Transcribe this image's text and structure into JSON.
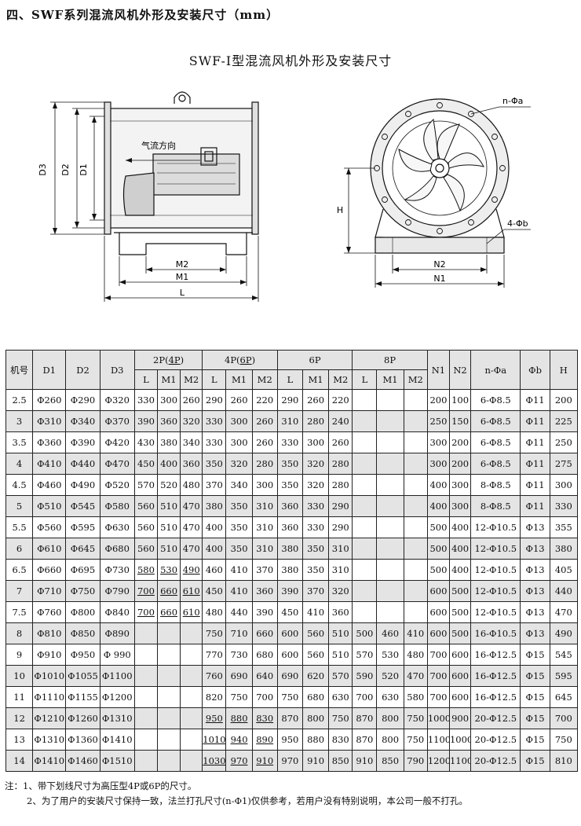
{
  "heading": "四、SWF系列混流风机外形及安装尺寸（mm）",
  "subheading": "SWF-Ⅰ型混流风机外形及安装尺寸",
  "drawing": {
    "airflow_label": "气流方向",
    "side_labels": {
      "d3": "D3",
      "d2": "D2",
      "d1": "D1",
      "m2": "M2",
      "m1": "M1",
      "l": "L"
    },
    "front_labels": {
      "n_phi_a": "n-Φa",
      "four_phi_b": "4-Φb",
      "h": "H",
      "n2": "N2",
      "n1": "N1"
    }
  },
  "table": {
    "headers": {
      "model": "机号",
      "d1": "D1",
      "d2": "D2",
      "d3": "D3",
      "groups": [
        {
          "label": "2P(4P)",
          "underlined": "4P"
        },
        {
          "label": "4P(6P)",
          "underlined": "6P"
        },
        {
          "label": "6P",
          "underlined": ""
        },
        {
          "label": "8P",
          "underlined": ""
        }
      ],
      "sub": [
        "L",
        "M1",
        "M2"
      ],
      "n1": "N1",
      "n2": "N2",
      "n_phi_a": "n-Φa",
      "phi_b": "Φb",
      "h": "H"
    },
    "rows": [
      {
        "model": "2.5",
        "d1": "Φ260",
        "d2": "Φ290",
        "d3": "Φ320",
        "p2": [
          "330",
          "300",
          "260"
        ],
        "p4": [
          "290",
          "260",
          "220"
        ],
        "p6": [
          "290",
          "260",
          "220"
        ],
        "p8": [
          "",
          "",
          ""
        ],
        "n1": "200",
        "n2": "100",
        "na": "6-Φ8.5",
        "b": "Φ11",
        "h": "200"
      },
      {
        "model": "3",
        "d1": "Φ310",
        "d2": "Φ340",
        "d3": "Φ370",
        "p2": [
          "390",
          "360",
          "320"
        ],
        "p4": [
          "330",
          "300",
          "260"
        ],
        "p6": [
          "310",
          "280",
          "240"
        ],
        "p8": [
          "",
          "",
          ""
        ],
        "n1": "250",
        "n2": "150",
        "na": "6-Φ8.5",
        "b": "Φ11",
        "h": "225"
      },
      {
        "model": "3.5",
        "d1": "Φ360",
        "d2": "Φ390",
        "d3": "Φ420",
        "p2": [
          "430",
          "380",
          "340"
        ],
        "p4": [
          "330",
          "300",
          "260"
        ],
        "p6": [
          "330",
          "300",
          "260"
        ],
        "p8": [
          "",
          "",
          ""
        ],
        "n1": "300",
        "n2": "200",
        "na": "6-Φ8.5",
        "b": "Φ11",
        "h": "250"
      },
      {
        "model": "4",
        "d1": "Φ410",
        "d2": "Φ440",
        "d3": "Φ470",
        "p2": [
          "450",
          "400",
          "360"
        ],
        "p4": [
          "350",
          "320",
          "280"
        ],
        "p6": [
          "350",
          "320",
          "280"
        ],
        "p8": [
          "",
          "",
          ""
        ],
        "n1": "300",
        "n2": "200",
        "na": "6-Φ8.5",
        "b": "Φ11",
        "h": "275"
      },
      {
        "model": "4.5",
        "d1": "Φ460",
        "d2": "Φ490",
        "d3": "Φ520",
        "p2": [
          "570",
          "520",
          "480"
        ],
        "p4": [
          "370",
          "340",
          "300"
        ],
        "p6": [
          "350",
          "320",
          "280"
        ],
        "p8": [
          "",
          "",
          ""
        ],
        "n1": "400",
        "n2": "300",
        "na": "8-Φ8.5",
        "b": "Φ11",
        "h": "300"
      },
      {
        "model": "5",
        "d1": "Φ510",
        "d2": "Φ545",
        "d3": "Φ580",
        "p2": [
          "560",
          "510",
          "470"
        ],
        "p4": [
          "380",
          "350",
          "310"
        ],
        "p6": [
          "360",
          "330",
          "290"
        ],
        "p8": [
          "",
          "",
          ""
        ],
        "n1": "400",
        "n2": "300",
        "na": "8-Φ8.5",
        "b": "Φ11",
        "h": "330"
      },
      {
        "model": "5.5",
        "d1": "Φ560",
        "d2": "Φ595",
        "d3": "Φ630",
        "p2": [
          "560",
          "510",
          "470"
        ],
        "p4": [
          "400",
          "350",
          "310"
        ],
        "p6": [
          "360",
          "330",
          "290"
        ],
        "p8": [
          "",
          "",
          ""
        ],
        "n1": "500",
        "n2": "400",
        "na": "12-Φ10.5",
        "b": "Φ13",
        "h": "355"
      },
      {
        "model": "6",
        "d1": "Φ610",
        "d2": "Φ645",
        "d3": "Φ680",
        "p2": [
          "560",
          "510",
          "470"
        ],
        "p4": [
          "400",
          "350",
          "310"
        ],
        "p6": [
          "380",
          "350",
          "310"
        ],
        "p8": [
          "",
          "",
          ""
        ],
        "n1": "500",
        "n2": "400",
        "na": "12-Φ10.5",
        "b": "Φ13",
        "h": "380"
      },
      {
        "model": "6.5",
        "d1": "Φ660",
        "d2": "Φ695",
        "d3": "Φ730",
        "p2": [
          "580",
          "530",
          "490"
        ],
        "p4": [
          "460",
          "410",
          "370"
        ],
        "p6": [
          "380",
          "350",
          "310"
        ],
        "p8": [
          "",
          "",
          ""
        ],
        "n1": "500",
        "n2": "400",
        "na": "12-Φ10.5",
        "b": "Φ13",
        "h": "405",
        "u2": true
      },
      {
        "model": "7",
        "d1": "Φ710",
        "d2": "Φ750",
        "d3": "Φ790",
        "p2": [
          "700",
          "660",
          "610"
        ],
        "p4": [
          "450",
          "410",
          "360"
        ],
        "p6": [
          "390",
          "370",
          "320"
        ],
        "p8": [
          "",
          "",
          ""
        ],
        "n1": "600",
        "n2": "500",
        "na": "12-Φ10.5",
        "b": "Φ13",
        "h": "440",
        "u2": true
      },
      {
        "model": "7.5",
        "d1": "Φ760",
        "d2": "Φ800",
        "d3": "Φ840",
        "p2": [
          "700",
          "660",
          "610"
        ],
        "p4": [
          "480",
          "440",
          "390"
        ],
        "p6": [
          "450",
          "410",
          "360"
        ],
        "p8": [
          "",
          "",
          ""
        ],
        "n1": "600",
        "n2": "500",
        "na": "12-Φ10.5",
        "b": "Φ13",
        "h": "470",
        "u2": true
      },
      {
        "model": "8",
        "d1": "Φ810",
        "d2": "Φ850",
        "d3": "Φ890",
        "p2": [
          "",
          "",
          ""
        ],
        "p4": [
          "750",
          "710",
          "660"
        ],
        "p6": [
          "600",
          "560",
          "510"
        ],
        "p8": [
          "500",
          "460",
          "410"
        ],
        "n1": "600",
        "n2": "500",
        "na": "16-Φ10.5",
        "b": "Φ13",
        "h": "490"
      },
      {
        "model": "9",
        "d1": "Φ910",
        "d2": "Φ950",
        "d3": "Φ 990",
        "p2": [
          "",
          "",
          ""
        ],
        "p4": [
          "770",
          "730",
          "680"
        ],
        "p6": [
          "600",
          "560",
          "510"
        ],
        "p8": [
          "570",
          "530",
          "480"
        ],
        "n1": "700",
        "n2": "600",
        "na": "16-Φ12.5",
        "b": "Φ15",
        "h": "545"
      },
      {
        "model": "10",
        "d1": "Φ1010",
        "d2": "Φ1055",
        "d3": "Φ1100",
        "p2": [
          "",
          "",
          ""
        ],
        "p4": [
          "760",
          "690",
          "640"
        ],
        "p6": [
          "690",
          "620",
          "570"
        ],
        "p8": [
          "590",
          "520",
          "470"
        ],
        "n1": "700",
        "n2": "600",
        "na": "16-Φ12.5",
        "b": "Φ15",
        "h": "595"
      },
      {
        "model": "11",
        "d1": "Φ1110",
        "d2": "Φ1155",
        "d3": "Φ1200",
        "p2": [
          "",
          "",
          ""
        ],
        "p4": [
          "820",
          "750",
          "700"
        ],
        "p6": [
          "750",
          "680",
          "630"
        ],
        "p8": [
          "700",
          "630",
          "580"
        ],
        "n1": "700",
        "n2": "600",
        "na": "16-Φ12.5",
        "b": "Φ15",
        "h": "645"
      },
      {
        "model": "12",
        "d1": "Φ1210",
        "d2": "Φ1260",
        "d3": "Φ1310",
        "p2": [
          "",
          "",
          ""
        ],
        "p4": [
          "950",
          "880",
          "830"
        ],
        "p6": [
          "870",
          "800",
          "750"
        ],
        "p8": [
          "870",
          "800",
          "750"
        ],
        "n1": "1000",
        "n2": "900",
        "na": "20-Φ12.5",
        "b": "Φ15",
        "h": "700",
        "u4": true
      },
      {
        "model": "13",
        "d1": "Φ1310",
        "d2": "Φ1360",
        "d3": "Φ1410",
        "p2": [
          "",
          "",
          ""
        ],
        "p4": [
          "1010",
          "940",
          "890"
        ],
        "p6": [
          "950",
          "880",
          "830"
        ],
        "p8": [
          "870",
          "800",
          "750"
        ],
        "n1": "1100",
        "n2": "1000",
        "na": "20-Φ12.5",
        "b": "Φ15",
        "h": "750",
        "u4": true
      },
      {
        "model": "14",
        "d1": "Φ1410",
        "d2": "Φ1460",
        "d3": "Φ1510",
        "p2": [
          "",
          "",
          ""
        ],
        "p4": [
          "1030",
          "970",
          "910"
        ],
        "p6": [
          "970",
          "910",
          "850"
        ],
        "p8": [
          "910",
          "850",
          "790"
        ],
        "n1": "1200",
        "n2": "1100",
        "na": "20-Φ12.5",
        "b": "Φ15",
        "h": "810",
        "u4": true
      }
    ]
  },
  "notes": [
    "注：1、带下划线尺寸为高压型4P或6P的尺寸。",
    "2、为了用户的安装尺寸保持一致，法兰打孔尺寸(n-Φ1)仅供参考，若用户没有特别说明，本公司一般不打孔。"
  ]
}
